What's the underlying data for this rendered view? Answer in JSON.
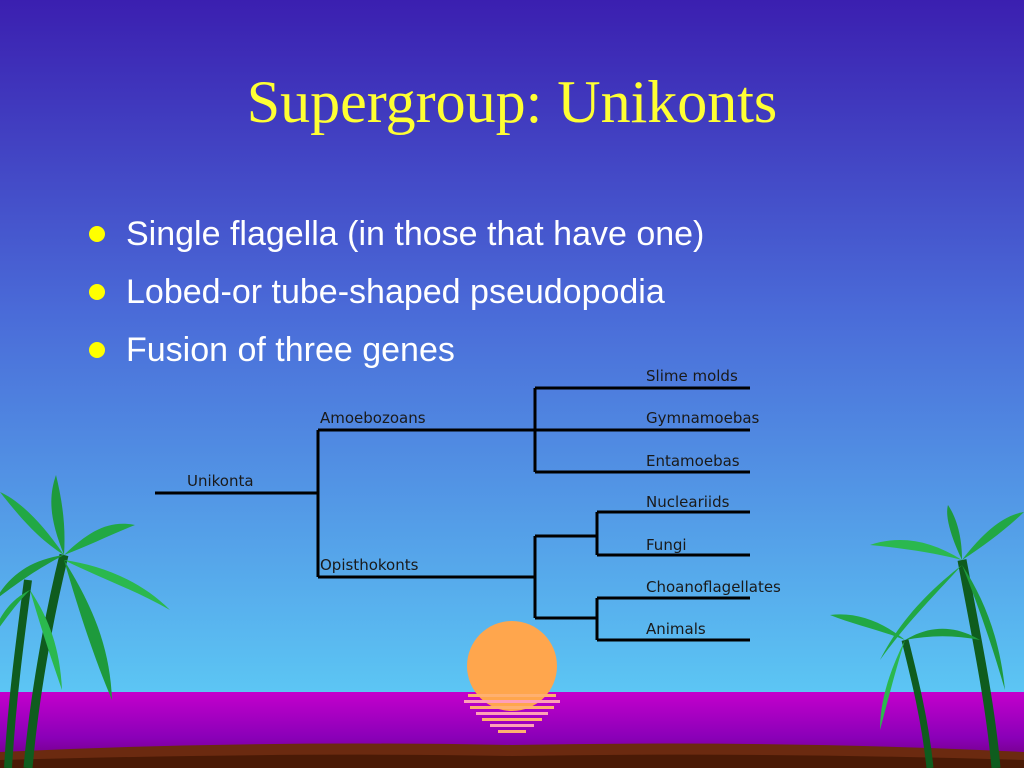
{
  "slide": {
    "title": "Supergroup: Unikonts",
    "bullets": [
      "Single flagella (in those that have one)",
      "Lobed-or tube-shaped pseudopodia",
      "Fusion of three genes"
    ]
  },
  "tree": {
    "root": "Unikonta",
    "clades": [
      "Amoebozoans",
      "Opisthokonts"
    ],
    "leaves": [
      "Slime molds",
      "Gymnamoebas",
      "Entamoebas",
      "Nucleariids",
      "Fungi",
      "Choanoflagellates",
      "Animals"
    ]
  },
  "colors": {
    "title": "#FFFF33",
    "bullet_text": "#FFFFFF",
    "bullet_dot": "#FFFF00",
    "sky_top": "#3B1FB0",
    "sky_bottom": "#5CC2F2",
    "sea": "#B800C8",
    "sun": "#FFA64D",
    "palm": "#22A844"
  },
  "icons": [
    "sunset-icon",
    "palm-tree-icon"
  ]
}
